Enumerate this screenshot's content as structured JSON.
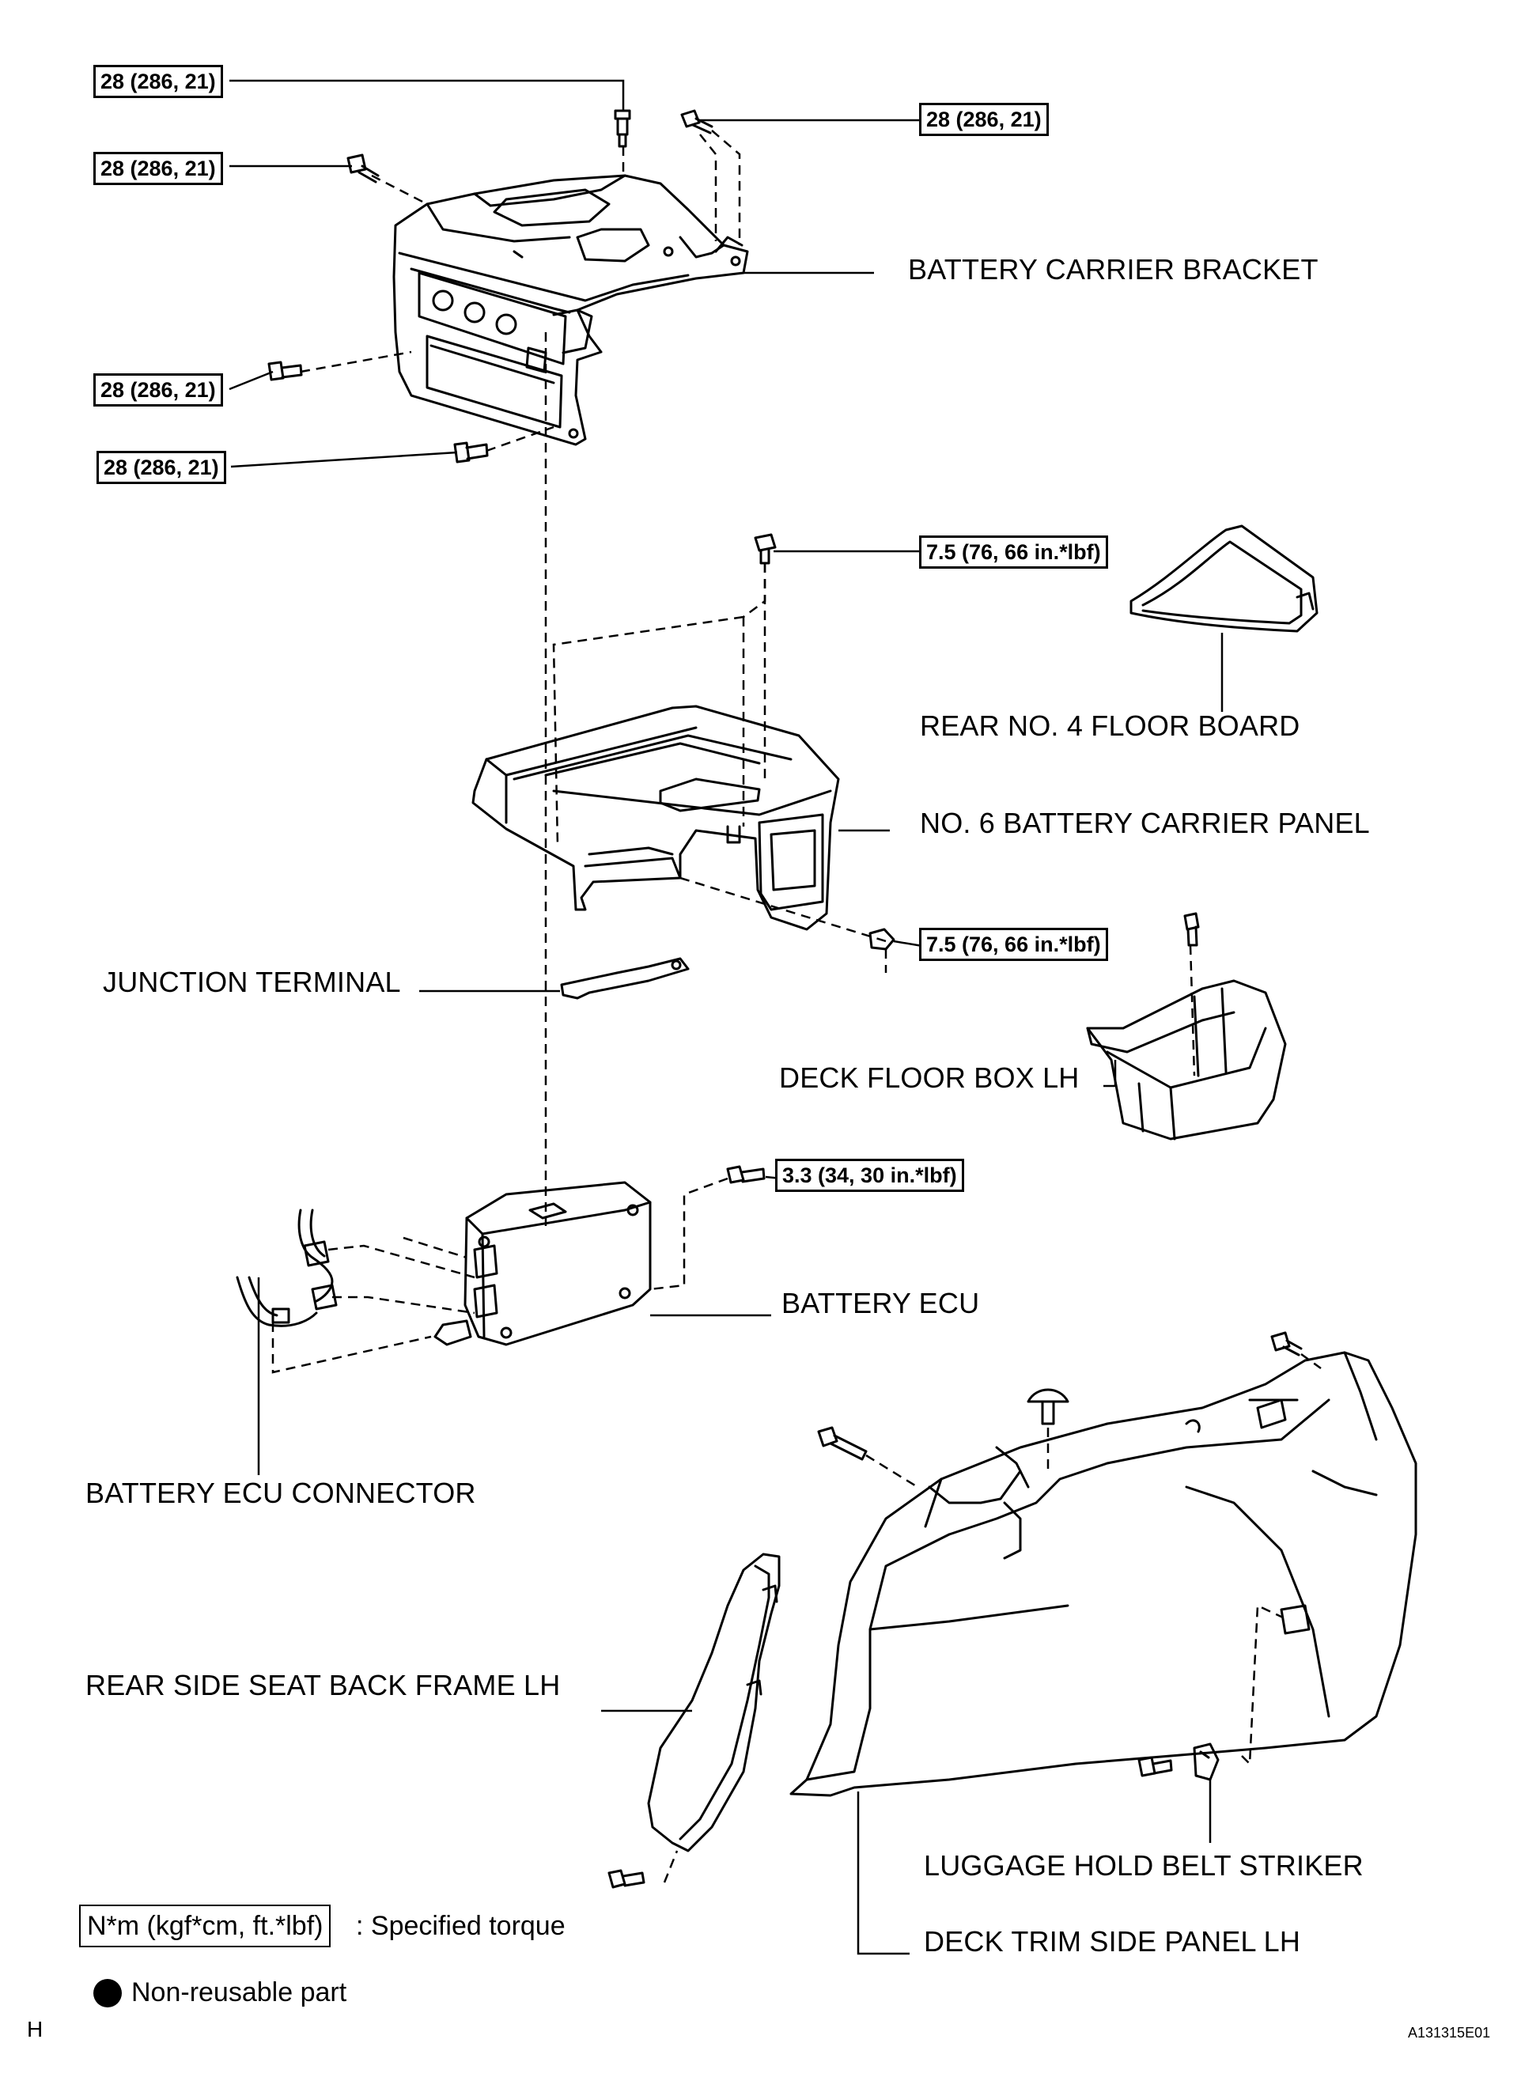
{
  "torque_specs": {
    "t1": "28 (286, 21)",
    "t2": "28 (286, 21)",
    "t3": "28 (286, 21)",
    "t4": "28 (286, 21)",
    "t5": "28 (286, 21)",
    "t6": "7.5 (76, 66 in.*lbf)",
    "t7": "7.5 (76, 66 in.*lbf)",
    "t8": "3.3 (34, 30 in.*lbf)"
  },
  "part_labels": {
    "battery_carrier_bracket": "BATTERY CARRIER BRACKET",
    "rear_no4_floor_board": "REAR NO. 4 FLOOR BOARD",
    "no6_battery_carrier_panel": "NO. 6 BATTERY CARRIER PANEL",
    "junction_terminal": "JUNCTION TERMINAL",
    "deck_floor_box_lh": "DECK FLOOR BOX LH",
    "battery_ecu": "BATTERY ECU",
    "battery_ecu_connector": "BATTERY ECU CONNECTOR",
    "rear_side_seat_back_frame_lh": "REAR SIDE SEAT BACK FRAME LH",
    "luggage_hold_belt_striker": "LUGGAGE HOLD BELT STRIKER",
    "deck_trim_side_panel_lh": "DECK TRIM SIDE PANEL LH"
  },
  "legend": {
    "torque_unit": "N*m (kgf*cm, ft.*lbf)",
    "torque_desc": ": Specified torque",
    "non_reusable": "Non-reusable part"
  },
  "corner_letter": "H",
  "figure_code": "A131315E01"
}
